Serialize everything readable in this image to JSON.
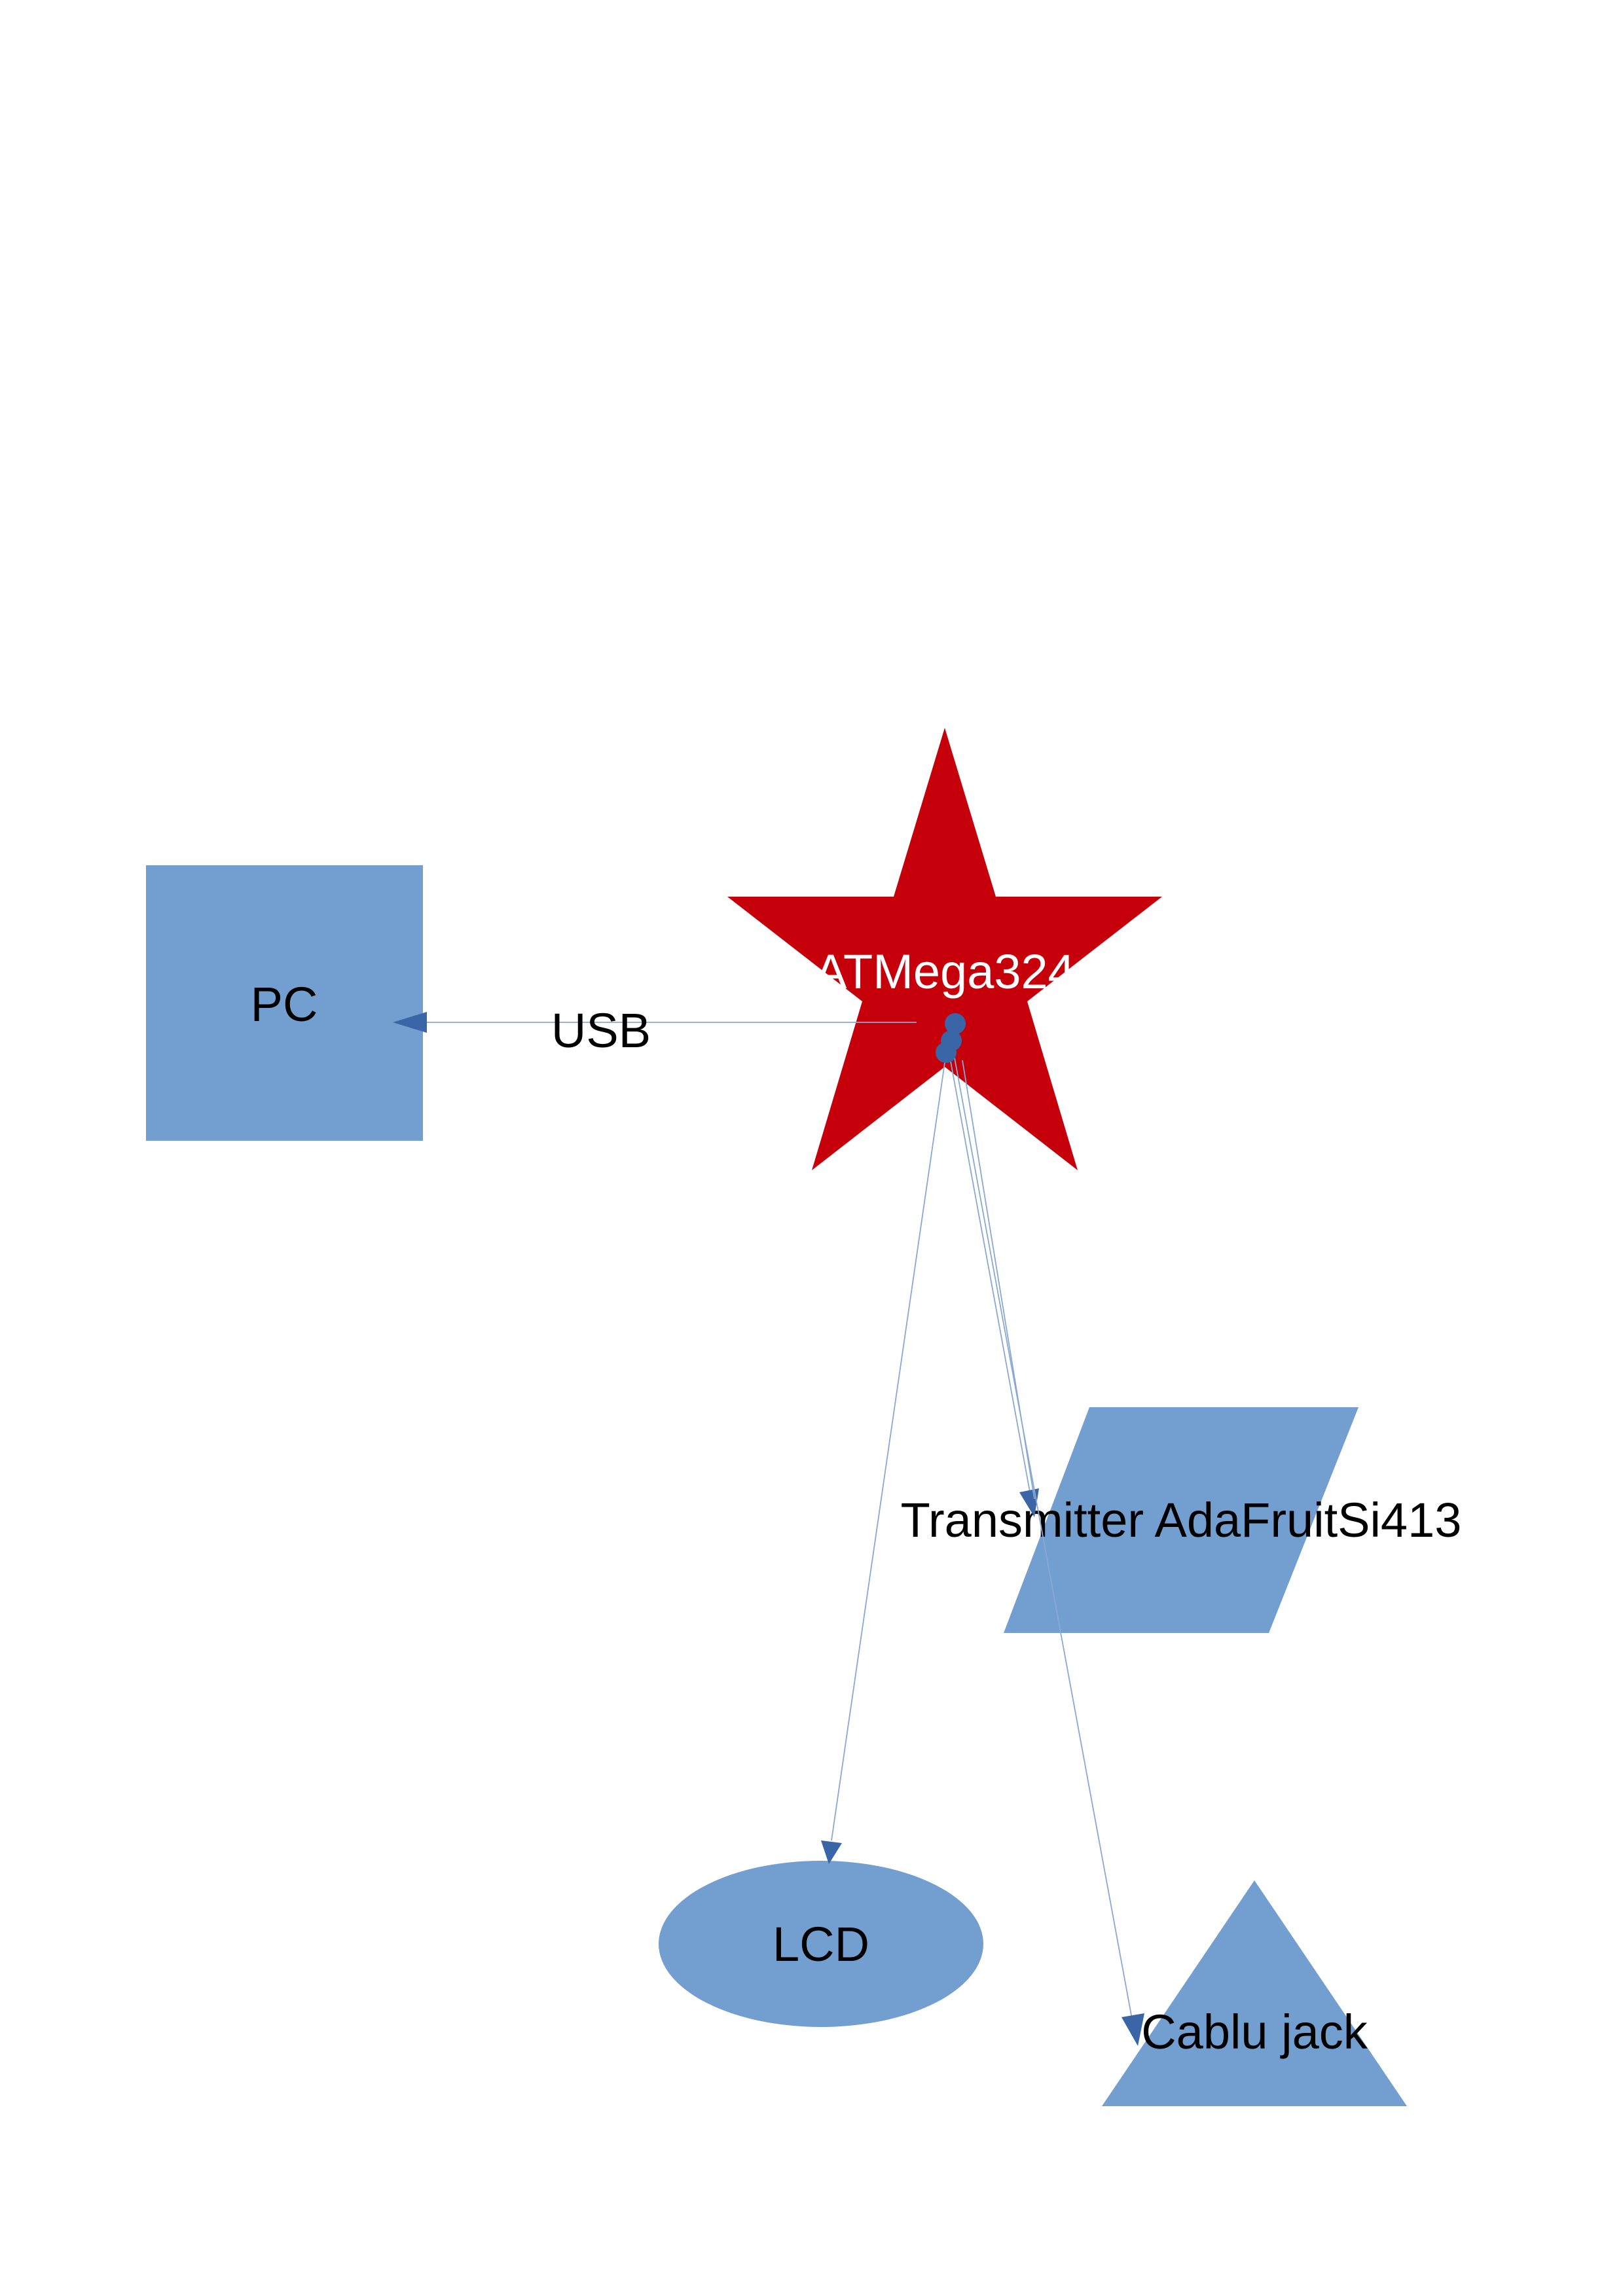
{
  "colors": {
    "node_fill": "#729fcf",
    "star_fill": "#c5000b",
    "edge": "#8aa8d4",
    "arrowhead": "#3a66a8"
  },
  "nodes": {
    "pc": {
      "label": "PC"
    },
    "mcu": {
      "label": "ATMega324"
    },
    "transmitter": {
      "label": "Transmitter AdaFruitSi413"
    },
    "lcd": {
      "label": "LCD"
    },
    "jack": {
      "label": "Cablu jack"
    }
  },
  "edges": {
    "usb": {
      "label": "USB"
    }
  }
}
